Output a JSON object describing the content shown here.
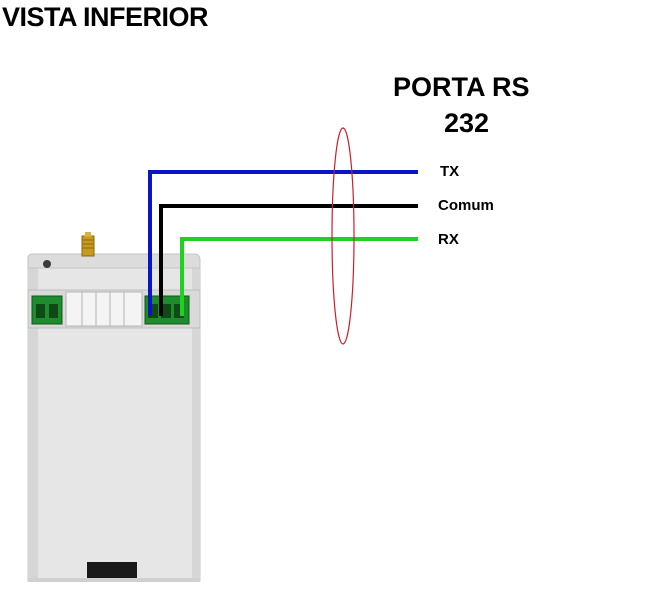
{
  "title": "VISTA INFERIOR",
  "port": {
    "line1": "PORTA RS",
    "line2": "232"
  },
  "wires": [
    {
      "label": "TX",
      "color": "#0a14c8"
    },
    {
      "label": "Comum",
      "color": "#000000"
    },
    {
      "label": "RX",
      "color": "#1ed21e"
    }
  ],
  "colors": {
    "device_body": "#e4e4e4",
    "terminal_green": "#1e8c2d",
    "ellipse": "#cc1f2a"
  }
}
